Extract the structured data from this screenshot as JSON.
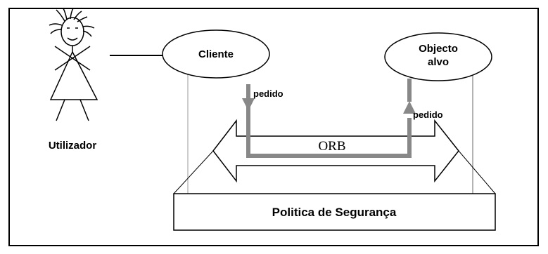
{
  "actor": {
    "label": "Utilizador"
  },
  "nodes": {
    "client": {
      "label": "Cliente"
    },
    "target": {
      "label_line1": "Objecto",
      "label_line2": "alvo"
    }
  },
  "orb": {
    "label": "ORB"
  },
  "flows": {
    "request_client": "pedido",
    "request_target": "pedido"
  },
  "policy": {
    "label": "Politica de Segurança"
  },
  "colors": {
    "request_path": "#888888",
    "stroke": "#000000",
    "vertical_guides": "#9a9a9a"
  }
}
